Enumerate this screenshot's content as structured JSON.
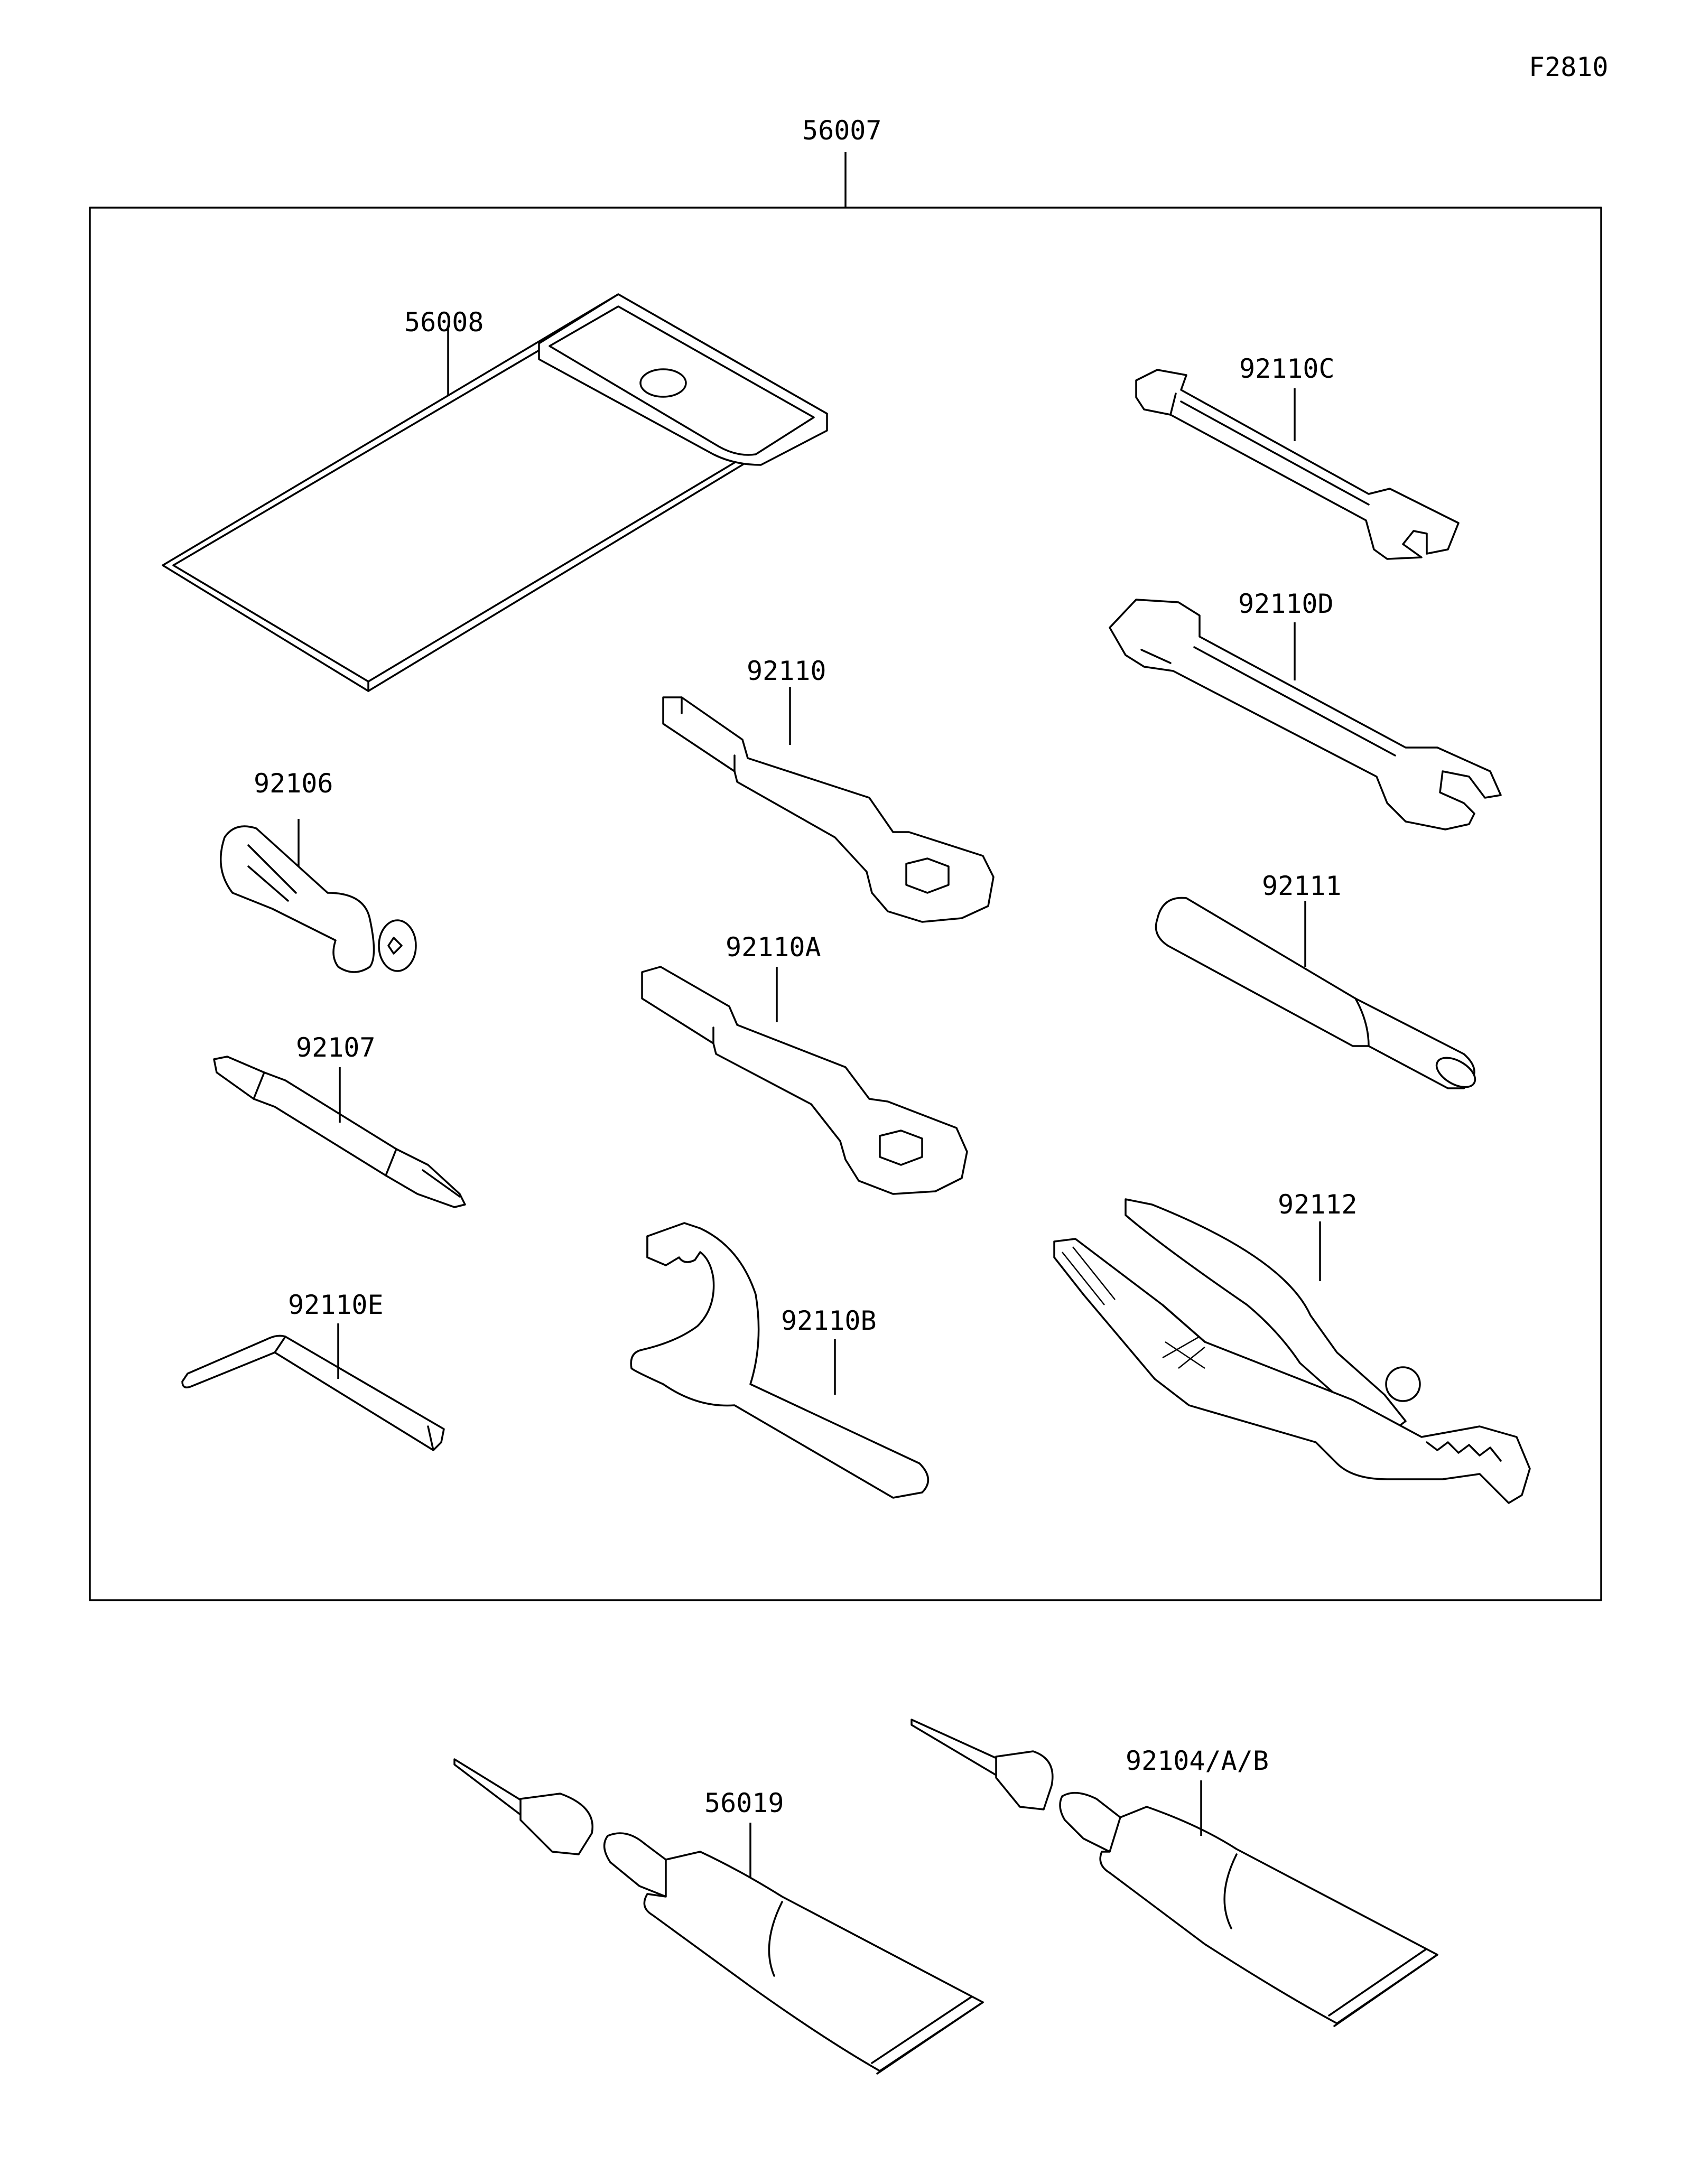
{
  "figure_id": "F2810",
  "assembly": {
    "part_no": "56007"
  },
  "parts": [
    {
      "key": "p56008",
      "part_no": "56008",
      "icon": "tool-bag-icon"
    },
    {
      "key": "p92110c",
      "part_no": "92110C",
      "icon": "open-end-wrench-icon"
    },
    {
      "key": "p92110d",
      "part_no": "92110D",
      "icon": "open-end-wrench-icon"
    },
    {
      "key": "p92110",
      "part_no": "92110",
      "icon": "box-wrench-icon"
    },
    {
      "key": "p92106",
      "part_no": "92106",
      "icon": "socket-adapter-icon"
    },
    {
      "key": "p92111",
      "part_no": "92111",
      "icon": "handle-bar-icon"
    },
    {
      "key": "p92110a",
      "part_no": "92110A",
      "icon": "box-wrench-icon"
    },
    {
      "key": "p92107",
      "part_no": "92107",
      "icon": "screwdriver-bit-icon"
    },
    {
      "key": "p92112",
      "part_no": "92112",
      "icon": "pliers-icon"
    },
    {
      "key": "p92110e",
      "part_no": "92110E",
      "icon": "hex-key-icon"
    },
    {
      "key": "p92110b",
      "part_no": "92110B",
      "icon": "hook-spanner-icon"
    },
    {
      "key": "p56019",
      "part_no": "56019",
      "icon": "grease-tube-icon"
    },
    {
      "key": "p92104",
      "part_no": "92104/A/B",
      "icon": "grease-tube-icon"
    }
  ]
}
